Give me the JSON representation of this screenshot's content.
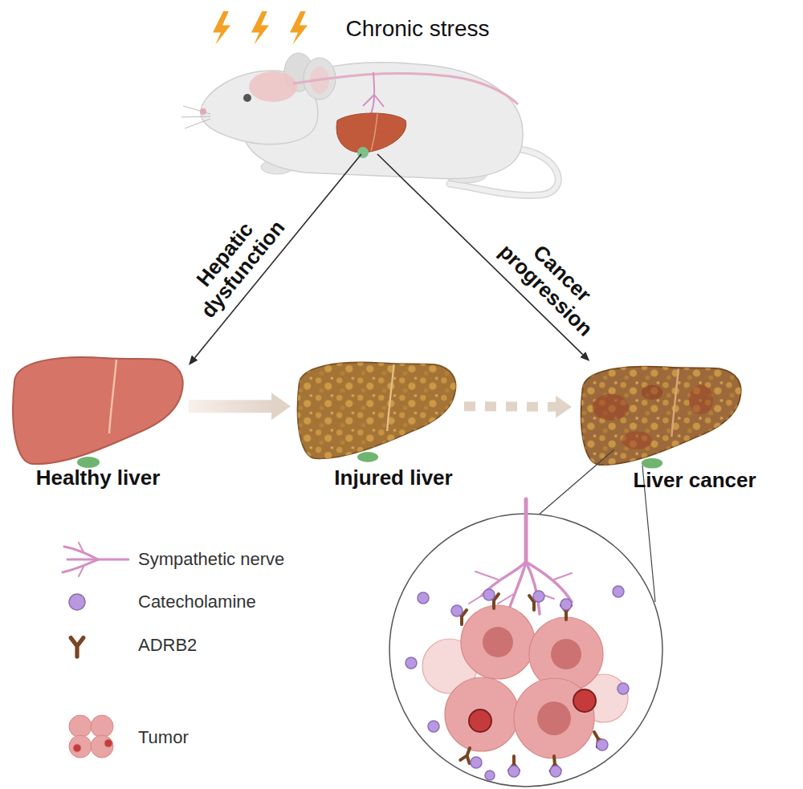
{
  "diagram": {
    "nodes": [
      {
        "text": [
          "Chronic stress"
        ]
      },
      {
        "text": [
          "Healthy liver"
        ]
      },
      {
        "text": [
          "Injured liver"
        ]
      },
      {
        "text": [
          "Liver cancer"
        ]
      }
    ],
    "edges": [
      {
        "from": 0,
        "to": 1,
        "label": "Hepatic dysfunction",
        "arrow": "to"
      },
      {
        "from": 0,
        "to": 3,
        "label": "Cancer progression",
        "arrow": "to"
      },
      {
        "from": 1,
        "to": 2,
        "arrow": "to"
      },
      {
        "from": 2,
        "to": 3,
        "arrow": "to"
      }
    ],
    "legend": [
      {
        "text": "Sympathetic nerve"
      },
      {
        "text": "Catecholamine",
        "color": "#b998e0"
      },
      {
        "text": "ADRB2"
      },
      {
        "text": "Tumor"
      }
    ]
  }
}
